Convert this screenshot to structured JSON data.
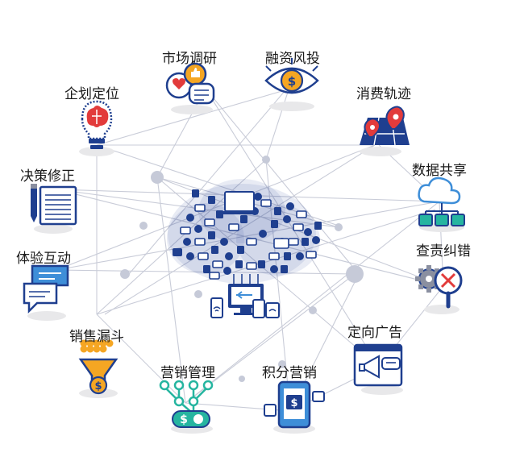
{
  "colors": {
    "navy": "#1f3f8f",
    "line": "#c9ccd8",
    "node": "#c6cad8",
    "red": "#e23b3b",
    "orange": "#f5a623",
    "teal": "#26b5a0",
    "blue": "#3e8ed8",
    "shadow": "#e8e8ea"
  },
  "center": {
    "name": "data-cloud",
    "icon": "cloud-of-device-icons"
  },
  "topics": [
    {
      "id": "market-research",
      "label": "市场调研",
      "icon": "chat-bubbles-icon"
    },
    {
      "id": "financing",
      "label": "融资风投",
      "icon": "eye-dollar-icon"
    },
    {
      "id": "consumption-trace",
      "label": "消费轨迹",
      "icon": "map-pins-icon"
    },
    {
      "id": "data-sharing",
      "label": "数据共享",
      "icon": "cloud-network-icon"
    },
    {
      "id": "error-check",
      "label": "查责纠错",
      "icon": "gear-magnifier-icon"
    },
    {
      "id": "targeted-ads",
      "label": "定向广告",
      "icon": "megaphone-browser-icon"
    },
    {
      "id": "points-marketing",
      "label": "积分营销",
      "icon": "phone-dollar-icon"
    },
    {
      "id": "marketing-mgmt",
      "label": "营销管理",
      "icon": "hierarchy-money-icon"
    },
    {
      "id": "sales-funnel",
      "label": "销售漏斗",
      "icon": "funnel-coins-icon"
    },
    {
      "id": "interaction",
      "label": "体验互动",
      "icon": "speech-bubbles-icon"
    },
    {
      "id": "decision-fix",
      "label": "决策修正",
      "icon": "pen-document-icon"
    },
    {
      "id": "positioning",
      "label": "企划定位",
      "icon": "lightbulb-brain-icon"
    }
  ]
}
